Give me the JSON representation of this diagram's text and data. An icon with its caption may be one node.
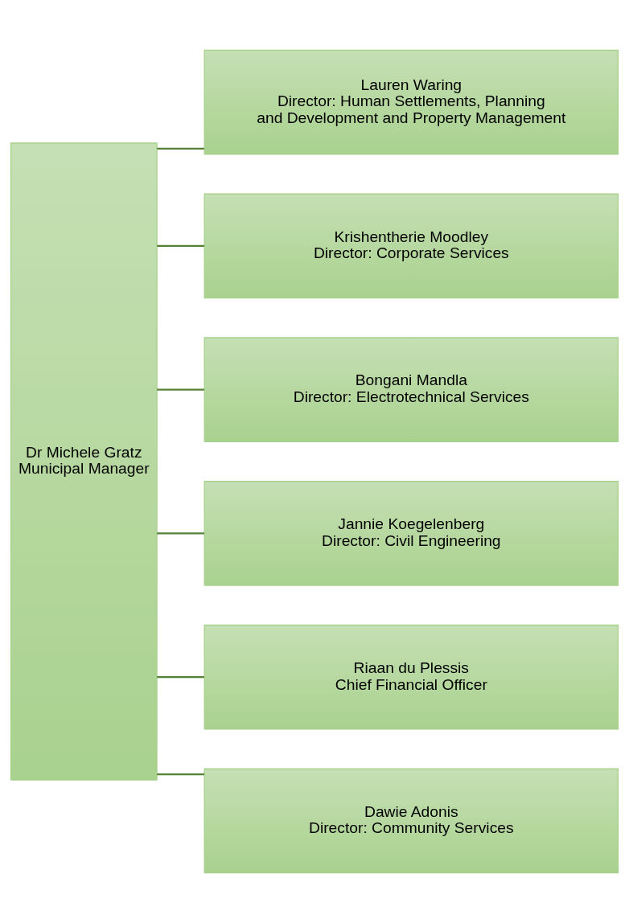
{
  "diagram": {
    "nodes": [
      {
        "text": [
          "Dr Michele Gratz",
          "Municipal Manager"
        ]
      },
      {
        "text": [
          "Lauren Waring",
          "Director: Human Settlements, Planning and Development and Property Management"
        ]
      },
      {
        "text": [
          "Krishentherie Moodley",
          "Director: Corporate Services"
        ]
      },
      {
        "text": [
          "Bongani Mandla",
          "Director: Electrotechnical Services"
        ]
      },
      {
        "text": [
          "Jannie Koegelenberg",
          "Director: Civil Engineering"
        ]
      },
      {
        "text": [
          "Riaan du Plessis",
          "Chief Financial Officer"
        ]
      },
      {
        "text": [
          "Dawie Adonis",
          "Director: Community Services"
        ]
      }
    ],
    "edges": [
      {
        "from": 0,
        "to": 1,
        "arrow": "none"
      },
      {
        "from": 0,
        "to": 2,
        "arrow": "none"
      },
      {
        "from": 0,
        "to": 3,
        "arrow": "none"
      },
      {
        "from": 0,
        "to": 4,
        "arrow": "none"
      },
      {
        "from": 0,
        "to": 5,
        "arrow": "none"
      },
      {
        "from": 0,
        "to": 6,
        "arrow": "none"
      }
    ]
  }
}
